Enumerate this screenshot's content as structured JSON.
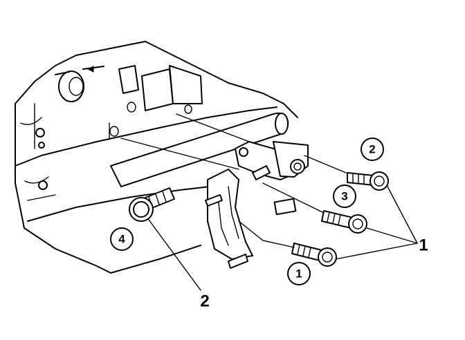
{
  "diagram": {
    "callouts": [
      {
        "id": "c1",
        "label": "1"
      },
      {
        "id": "c2",
        "label": "2"
      },
      {
        "id": "c3",
        "label": "3"
      },
      {
        "id": "c4",
        "label": "4"
      }
    ],
    "references": [
      {
        "id": "r1",
        "label": "1"
      },
      {
        "id": "r2",
        "label": "2"
      }
    ]
  }
}
